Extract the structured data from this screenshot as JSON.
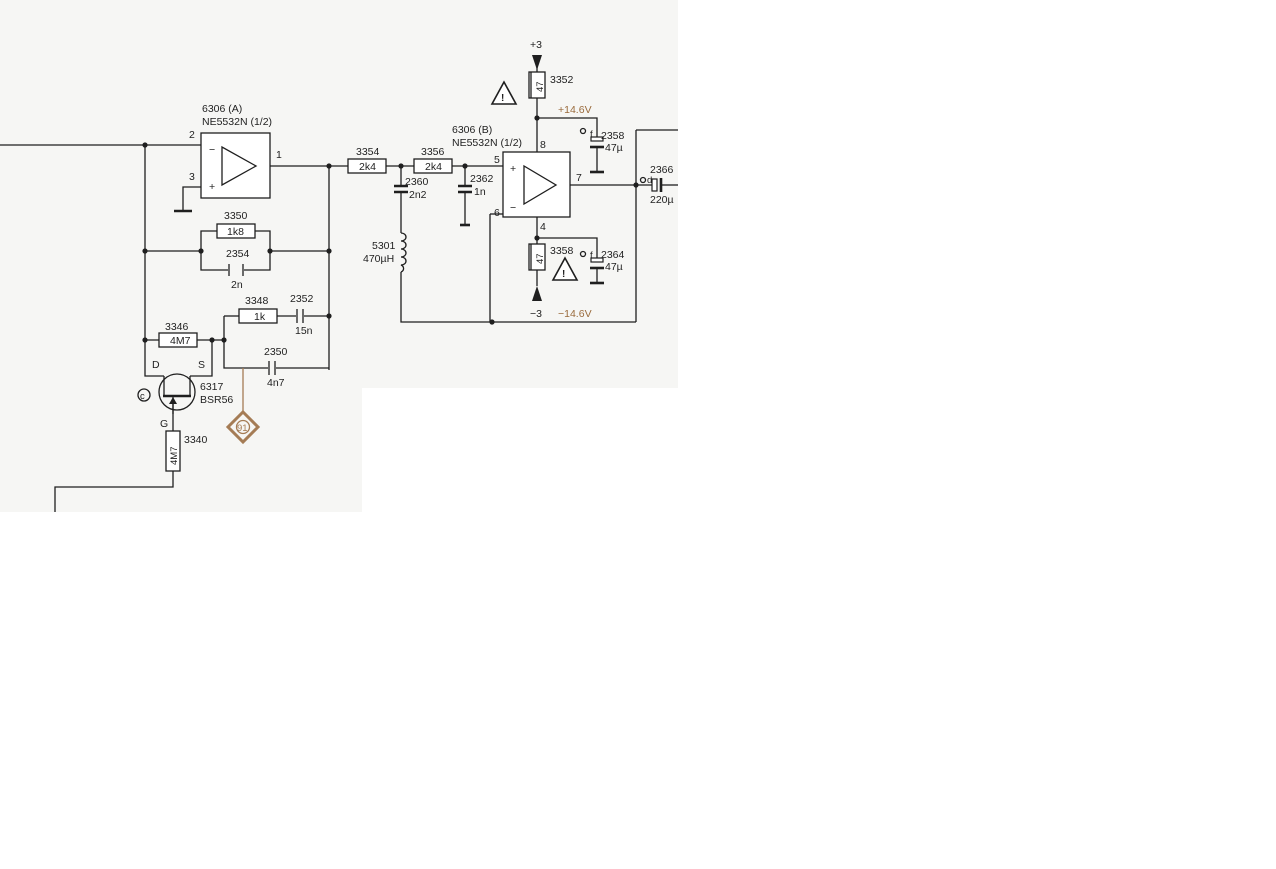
{
  "colors": {
    "ink": "#1f1f1f",
    "paper": "#f6f6f4",
    "supply_rail_text": "#9a6b3c",
    "test_point": "#a57c55"
  },
  "opamp_a": {
    "ref": "6306  (A)",
    "part": "NE5532N   (1/2)",
    "pin_inv": "2",
    "pin_noninv": "3",
    "pin_out": "1",
    "minus": "−",
    "plus": "+"
  },
  "opamp_b": {
    "ref": "6306  (B)",
    "part": "NE5532N (1/2)",
    "pin_noninv": "5",
    "pin_inv": "6",
    "pin_out": "7",
    "pin_vpos": "8",
    "pin_vneg": "4",
    "plus": "+",
    "minus": "−"
  },
  "resistors": {
    "r3350": {
      "ref": "3350",
      "value": "1k8"
    },
    "r3348": {
      "ref": "3348",
      "value": "1k"
    },
    "r3346": {
      "ref": "3346",
      "value": "4M7"
    },
    "r3340": {
      "ref": "3340",
      "value": "4M7"
    },
    "r3354": {
      "ref": "3354",
      "value": "2k4"
    },
    "r3356": {
      "ref": "3356",
      "value": "2k4"
    },
    "r3352": {
      "ref": "3352",
      "value": "47"
    },
    "r3358": {
      "ref": "3358",
      "value": "47"
    }
  },
  "capacitors": {
    "c2354": {
      "ref": "2354",
      "value": "2n"
    },
    "c2352": {
      "ref": "2352",
      "value": "15n"
    },
    "c2350": {
      "ref": "2350",
      "value": "4n7"
    },
    "c2360": {
      "ref": "2360",
      "value": "2n2"
    },
    "c2362": {
      "ref": "2362",
      "value": "1n"
    },
    "c2358": {
      "ref": "2358",
      "value": "47µ"
    },
    "c2364": {
      "ref": "2364",
      "value": "47µ"
    },
    "c2366": {
      "ref": "2366",
      "value": "220µ"
    }
  },
  "inductor": {
    "ref": "5301",
    "value": "470µH"
  },
  "fet": {
    "ref": "6317",
    "part": "BSR56",
    "drain": "D",
    "source": "S",
    "gate": "G",
    "marker": "c"
  },
  "supplies": {
    "pos_rail": "+3",
    "neg_rail": "−3",
    "pos_voltage": "+14.6V",
    "neg_voltage": "−14.6V"
  },
  "warning_icon_glyph": "!",
  "test_point": {
    "label": "91"
  },
  "polarity_marks": {
    "c2358": "f",
    "c2364": "f",
    "c2366": "d"
  },
  "icons": [
    "warning-triangle-icon",
    "test-point-diamond-icon"
  ]
}
